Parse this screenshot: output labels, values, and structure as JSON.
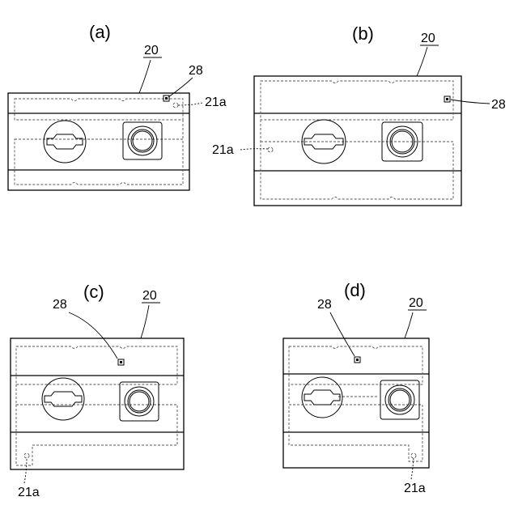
{
  "figure": {
    "panels": [
      {
        "id": "a",
        "panel_label": "(a)",
        "body_ref": "20",
        "sensor_ref": "28",
        "port_ref": "21a"
      },
      {
        "id": "b",
        "panel_label": "(b)",
        "body_ref": "20",
        "sensor_ref": "28",
        "port_ref": "21a"
      },
      {
        "id": "c",
        "panel_label": "(c)",
        "body_ref": "20",
        "sensor_ref": "28",
        "port_ref": "21a"
      },
      {
        "id": "d",
        "panel_label": "(d)",
        "body_ref": "20",
        "sensor_ref": "28",
        "port_ref": "21a"
      }
    ]
  }
}
